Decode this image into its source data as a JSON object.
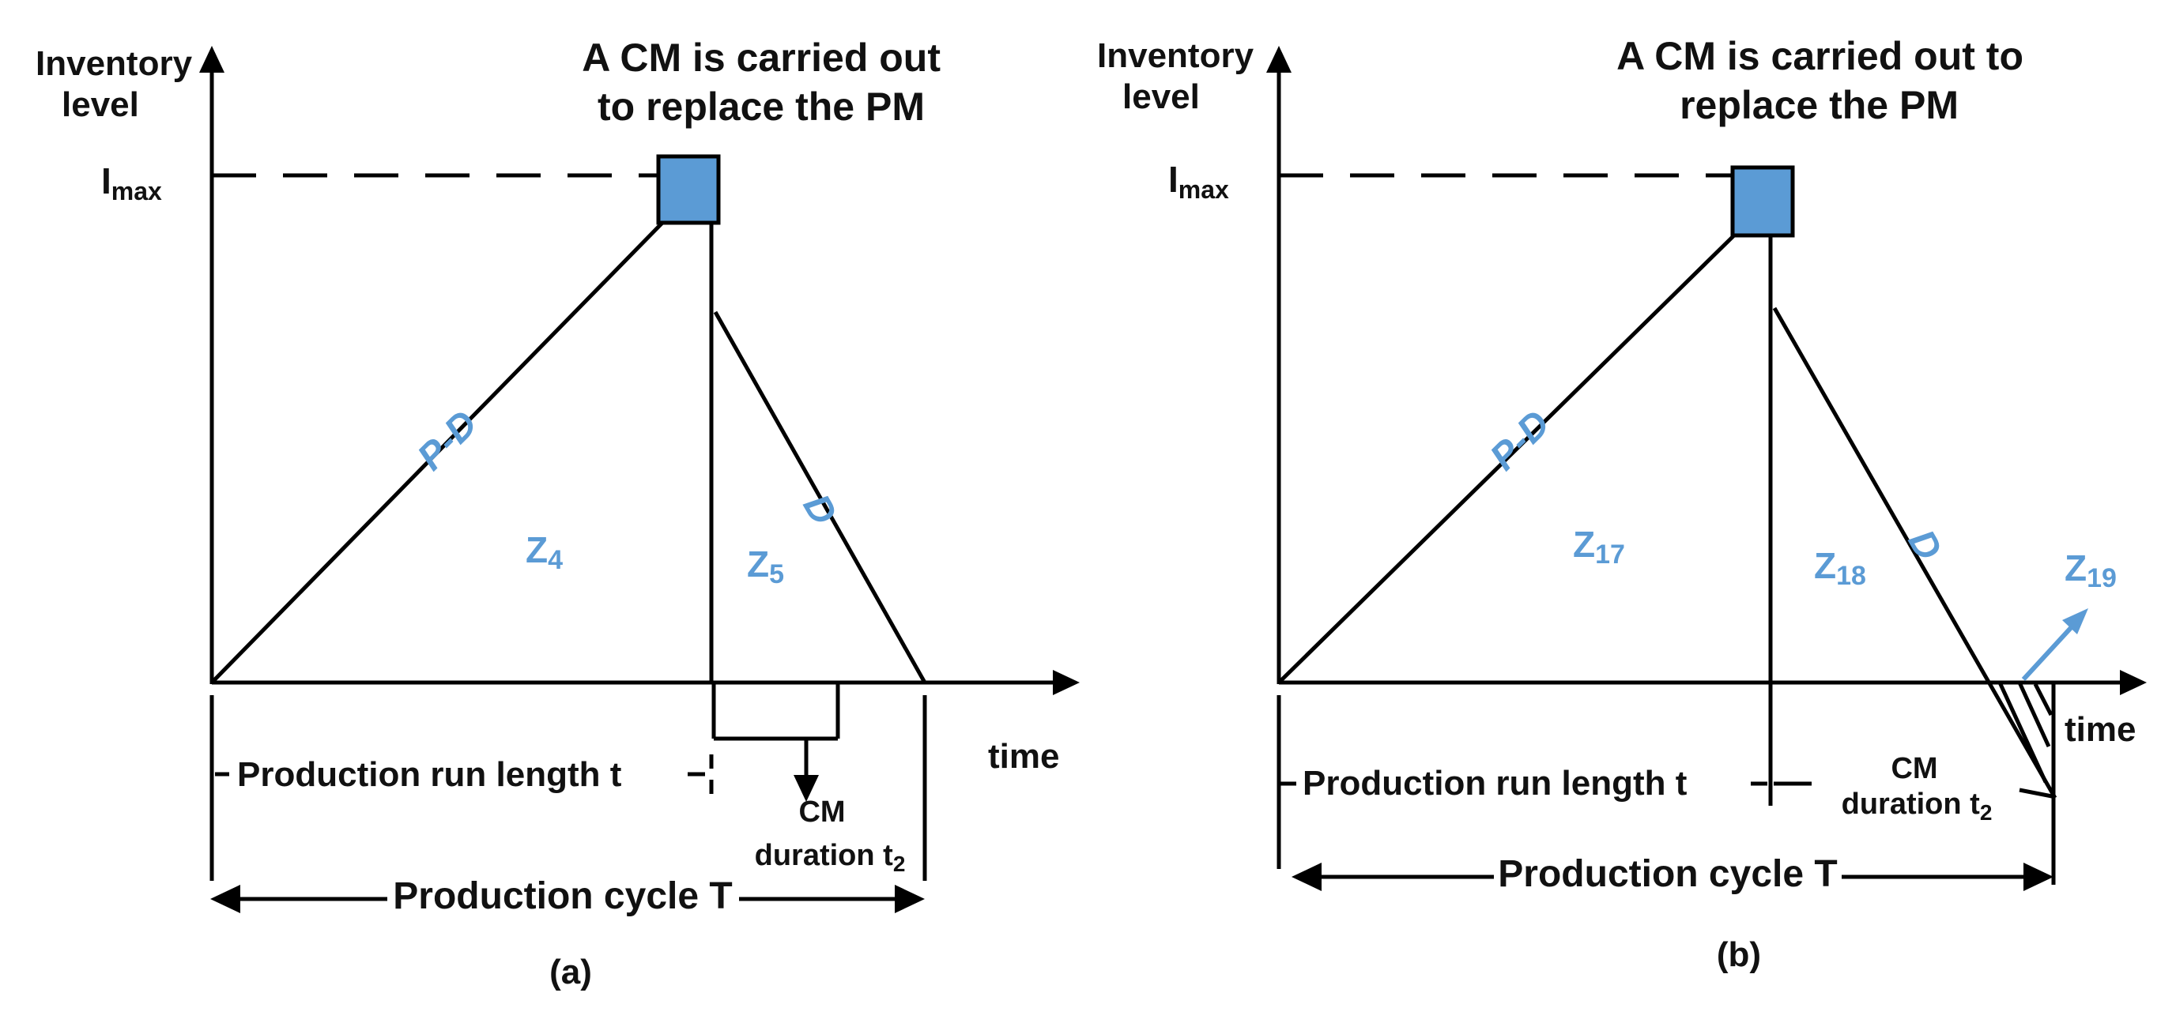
{
  "colors": {
    "accent": "#5b9bd5",
    "line": "#000000"
  },
  "panel_a": {
    "y_label_line1": "Inventory",
    "y_label_line2": "level",
    "imax_base": "I",
    "imax_sub": "max",
    "title_line1": "A CM is carried out",
    "title_line2": "to replace the PM",
    "rate_up": "P-D",
    "rate_down": "D",
    "zone_left": "Z",
    "zone_left_sub": "4",
    "zone_right": "Z",
    "zone_right_sub": "5",
    "x_label": "time",
    "run_length": "Production run length t",
    "cm_line1": "CM",
    "cm_line2_base": "duration t",
    "cm_line2_sub": "2",
    "cycle": "Production cycle T",
    "caption": "(a)"
  },
  "panel_b": {
    "y_label_line1": "Inventory",
    "y_label_line2": "level",
    "imax_base": "I",
    "imax_sub": "max",
    "title_line1": "A CM is carried out to",
    "title_line2": "replace the PM",
    "rate_up": "P-D",
    "rate_down": "D",
    "zone_left": "Z",
    "zone_left_sub": "17",
    "zone_mid": "Z",
    "zone_mid_sub": "18",
    "zone_right": "Z",
    "zone_right_sub": "19",
    "x_label": "time",
    "run_length": "Production run length t",
    "cm_line1": "CM",
    "cm_line2_base": "duration t",
    "cm_line2_sub": "2",
    "cycle": "Production cycle T",
    "caption": "(b)"
  }
}
